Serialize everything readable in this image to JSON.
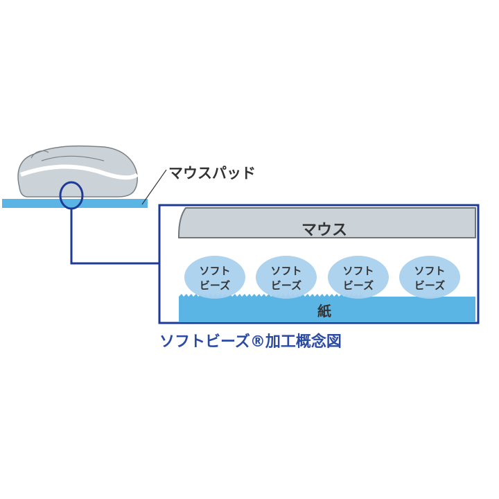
{
  "labels": {
    "mousepad": "マウスパッド",
    "mouse": "マウス",
    "bead_line1": "ソフト",
    "bead_line2": "ビーズ",
    "paper": "紙",
    "caption": "ソフトビーズ®加工概念図"
  },
  "beads": [
    {
      "line1": "ソフト",
      "line2": "ビーズ"
    },
    {
      "line1": "ソフト",
      "line2": "ビーズ"
    },
    {
      "line1": "ソフト",
      "line2": "ビーズ"
    },
    {
      "line1": "ソフト",
      "line2": "ビーズ"
    }
  ],
  "colors": {
    "navy": "#1c3a96",
    "pad": "#5ab4e4",
    "bead": "#a9d1ee",
    "mouse_gray": "#cbd3d8",
    "caption": "#2b4aa2"
  }
}
